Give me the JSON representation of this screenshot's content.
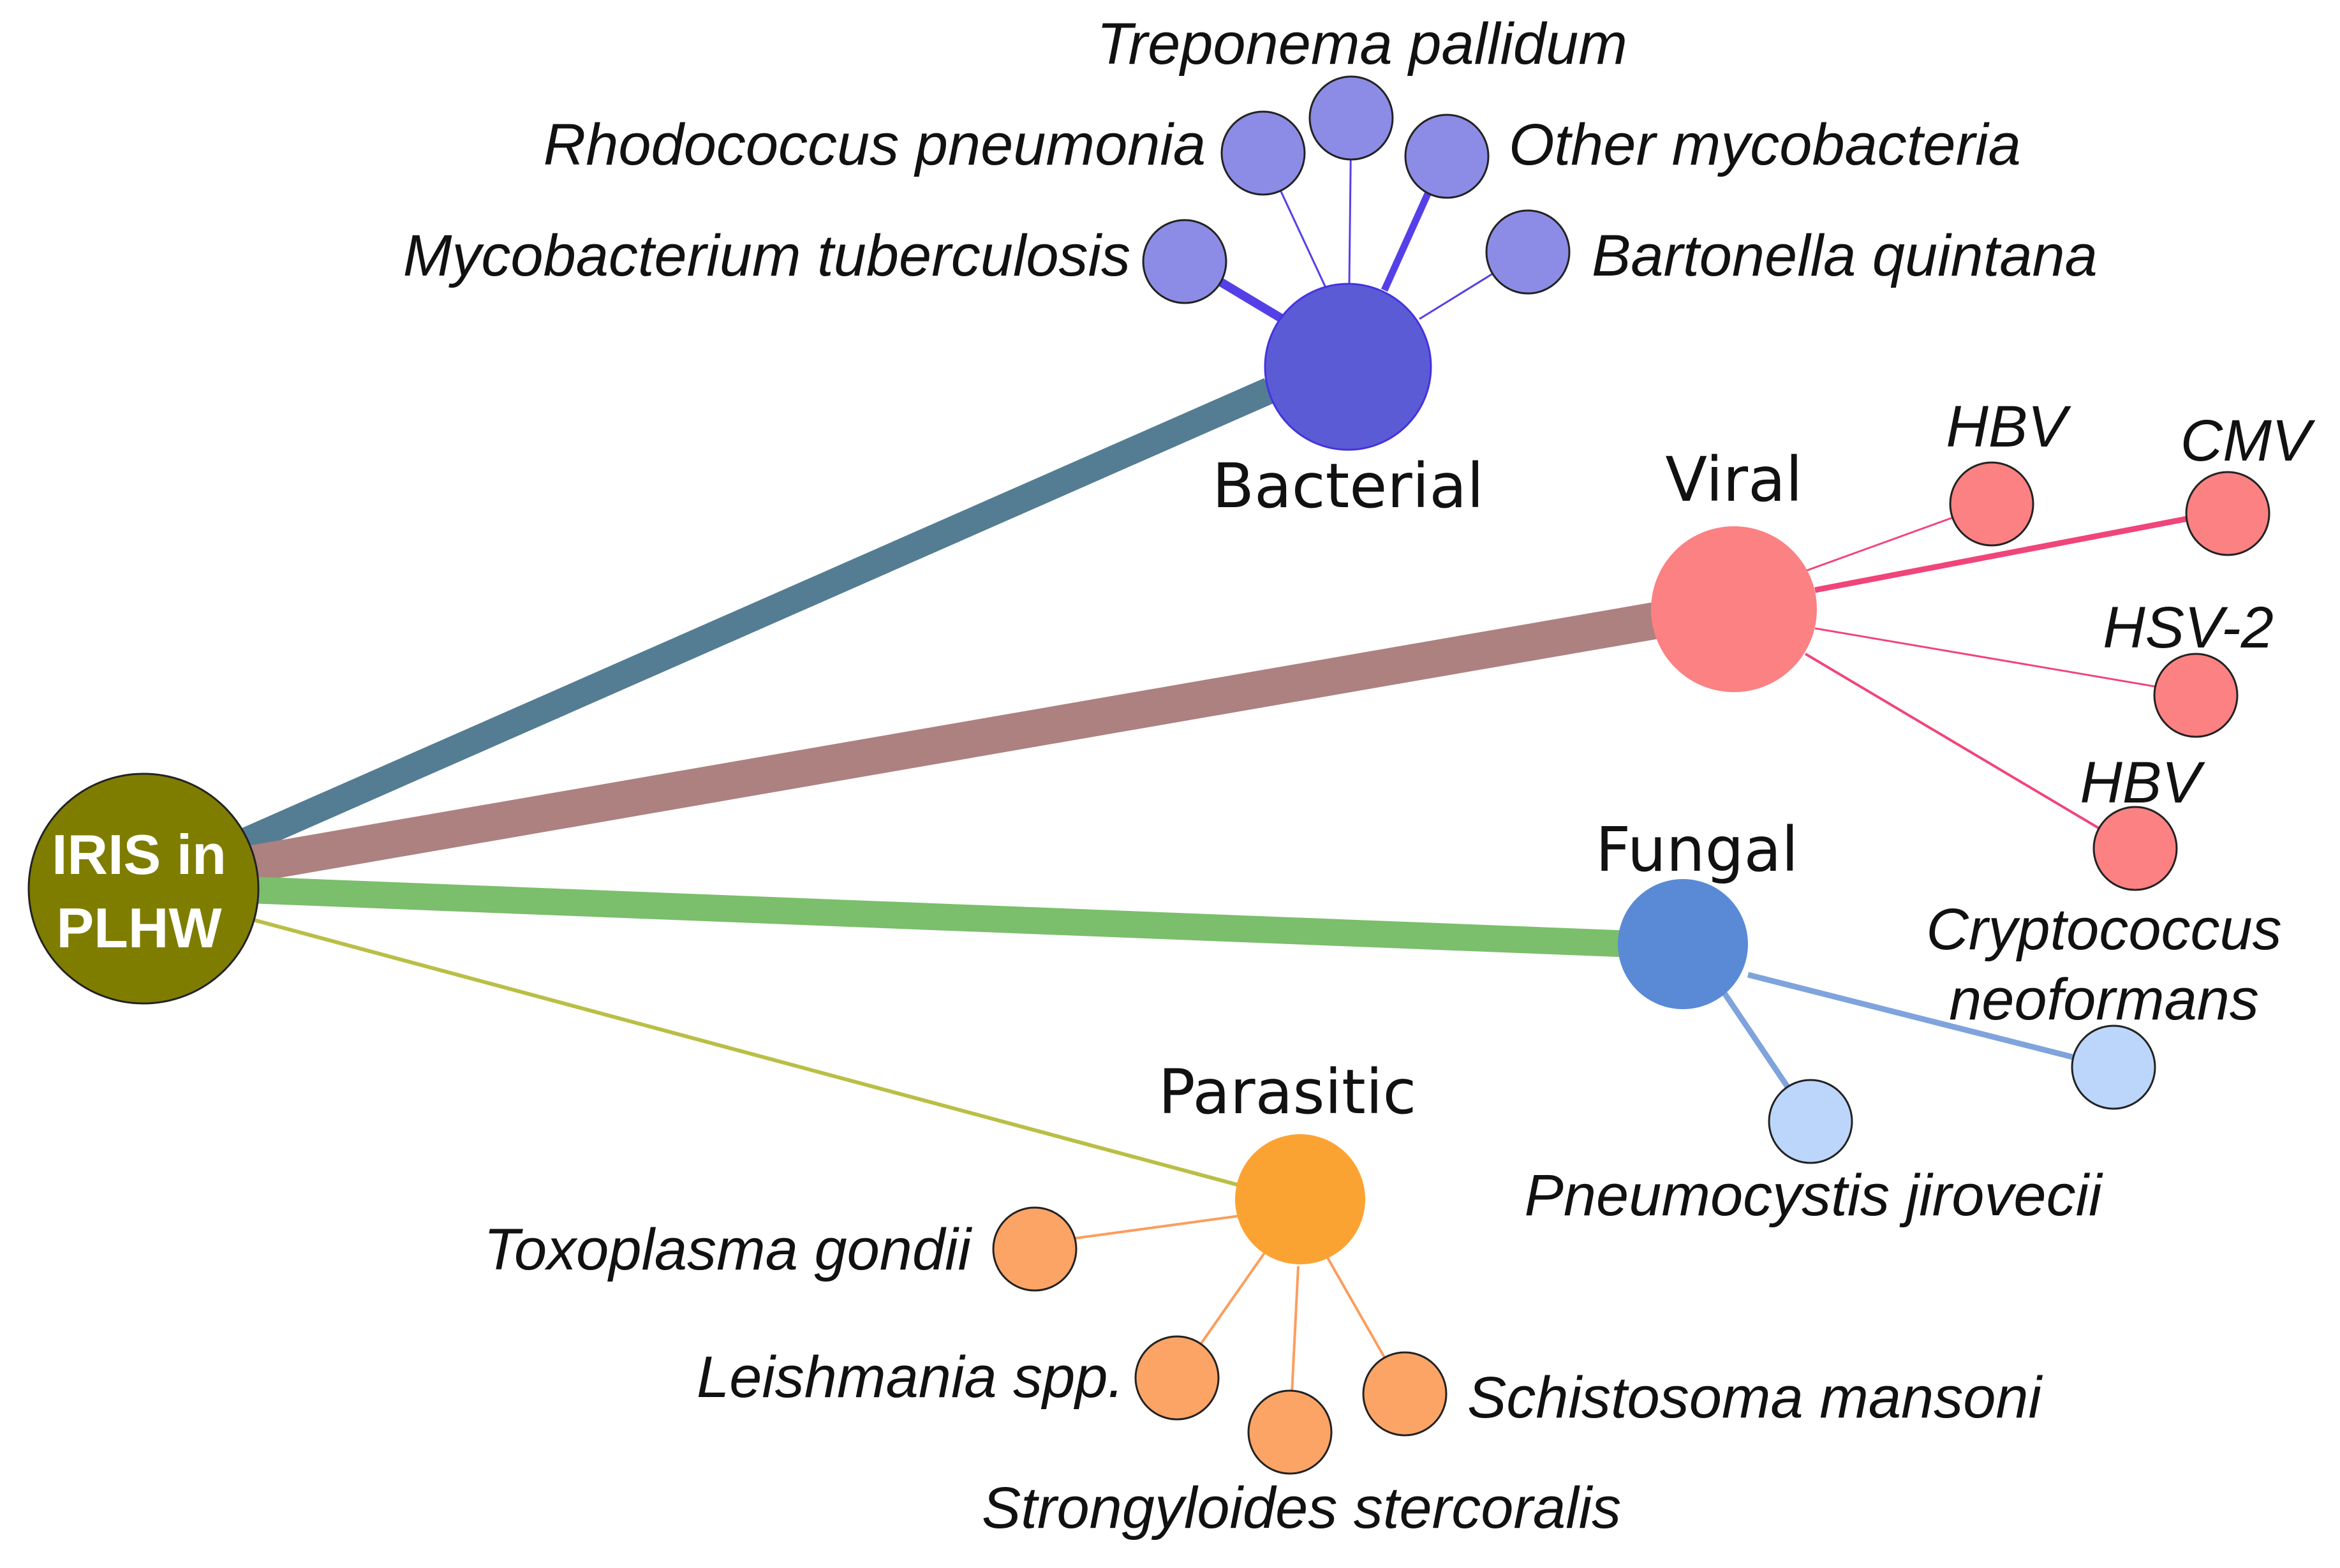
{
  "colors": {
    "root": "#7f7d00",
    "bacterial": "#5b5bd6",
    "bacterial_leaf": "#8c8ce6",
    "bacterial_edge": "#5540e8",
    "viral": "#fb8183",
    "viral_leaf": "#fb8183",
    "viral_edge": "#f0457a",
    "fungal": "#5a8ad6",
    "fungal_leaf": "#bcd6fb",
    "fungal_edge": "#7fa3dc",
    "parasitic": "#fba332",
    "parasitic_leaf": "#fba466",
    "parasitic_edge": "#fb9d5c",
    "trunk_bacterial": "#547d93",
    "trunk_viral": "#ad8180",
    "trunk_fungal": "#7bbe6b",
    "trunk_parasitic": "#b9bf45"
  },
  "root": {
    "line1": "IRIS in",
    "line2": "PLHW"
  },
  "categories": {
    "bacterial": {
      "label": "Bacterial",
      "children": [
        "Mycobacterium tuberculosis",
        "Rhodococcus pneumonia",
        "Treponema pallidum",
        "Other mycobacteria",
        "Bartonella quintana"
      ]
    },
    "viral": {
      "label": "Viral",
      "children": [
        "HBV",
        "CMV",
        "HSV-2",
        "HBV"
      ]
    },
    "fungal": {
      "label": "Fungal",
      "children": [
        "Pneumocystis jirovecii",
        "Cryptococcus",
        "neoformans"
      ]
    },
    "parasitic": {
      "label": "Parasitic",
      "children": [
        "Toxoplasma gondii",
        "Leishmania spp.",
        "Strongyloides stercoralis",
        "Schistosoma mansoni"
      ]
    }
  }
}
